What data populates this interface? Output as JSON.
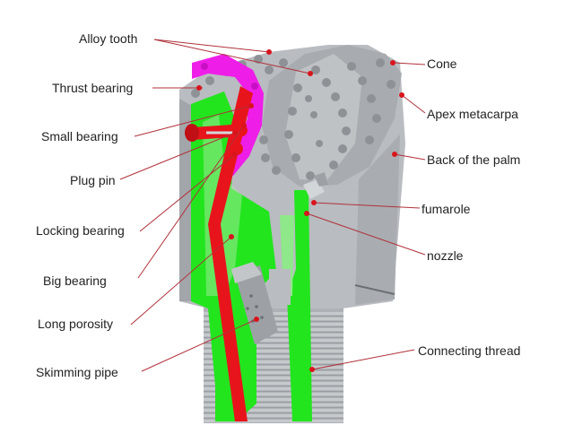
{
  "labels": {
    "alloy_tooth": "Alloy tooth",
    "thrust_bearing": "Thrust bearing",
    "small_bearing": "Small bearing",
    "plug_pin": "Plug pin",
    "locking_bearing": "Locking bearing",
    "big_bearing": "Big bearing",
    "long_porosity": "Long porosity",
    "skimming_pipe": "Skimming pipe",
    "cone": "Cone",
    "apex_metacarpa": "Apex metacarpa",
    "back_of_palm": "Back of the palm",
    "fumarole": "fumarole",
    "nozzle": "nozzle",
    "connecting_thread": "Connecting thread"
  },
  "colors": {
    "body_gray": "#b9bcc0",
    "body_dark": "#8e9297",
    "passage_green": "#22e51e",
    "bearing_red": "#e8141c",
    "thrust_magenta": "#ee1ee8",
    "leader_line": "#b0313a",
    "marker_red": "#d9141c"
  }
}
